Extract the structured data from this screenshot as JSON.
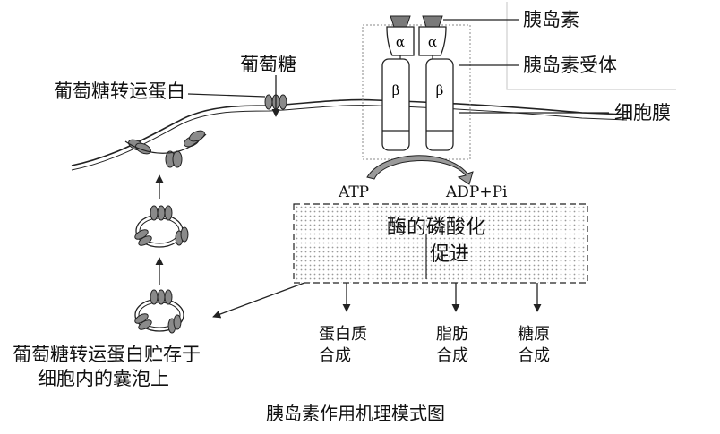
{
  "labels": {
    "insulin": "胰岛素",
    "insulin_receptor": "胰岛素受体",
    "cell_membrane": "细胞膜",
    "glucose": "葡萄糖",
    "glucose_transporter": "葡萄糖转运蛋白",
    "atp": "ATP",
    "adp_pi": "ADP+Pi",
    "enzyme_line1": "酶的磷酸化",
    "enzyme_line2": "促进",
    "protein_synthesis": "蛋白质合成",
    "fat_synthesis": "脂肪合成",
    "glycogen_synthesis": "糖原合成",
    "vesicle_line1": "葡萄糖转运蛋白贮存于",
    "vesicle_line2": "细胞内的囊泡上",
    "caption": "胰岛素作用机理模式图"
  },
  "subunits": {
    "alpha": "α",
    "beta": "β"
  },
  "colors": {
    "stroke": "#222222",
    "transporter_fill": "#8a8a8a",
    "insulin_fill": "#7a7a7a",
    "dotted_fill": "#d8d8d8",
    "background": "#ffffff"
  }
}
